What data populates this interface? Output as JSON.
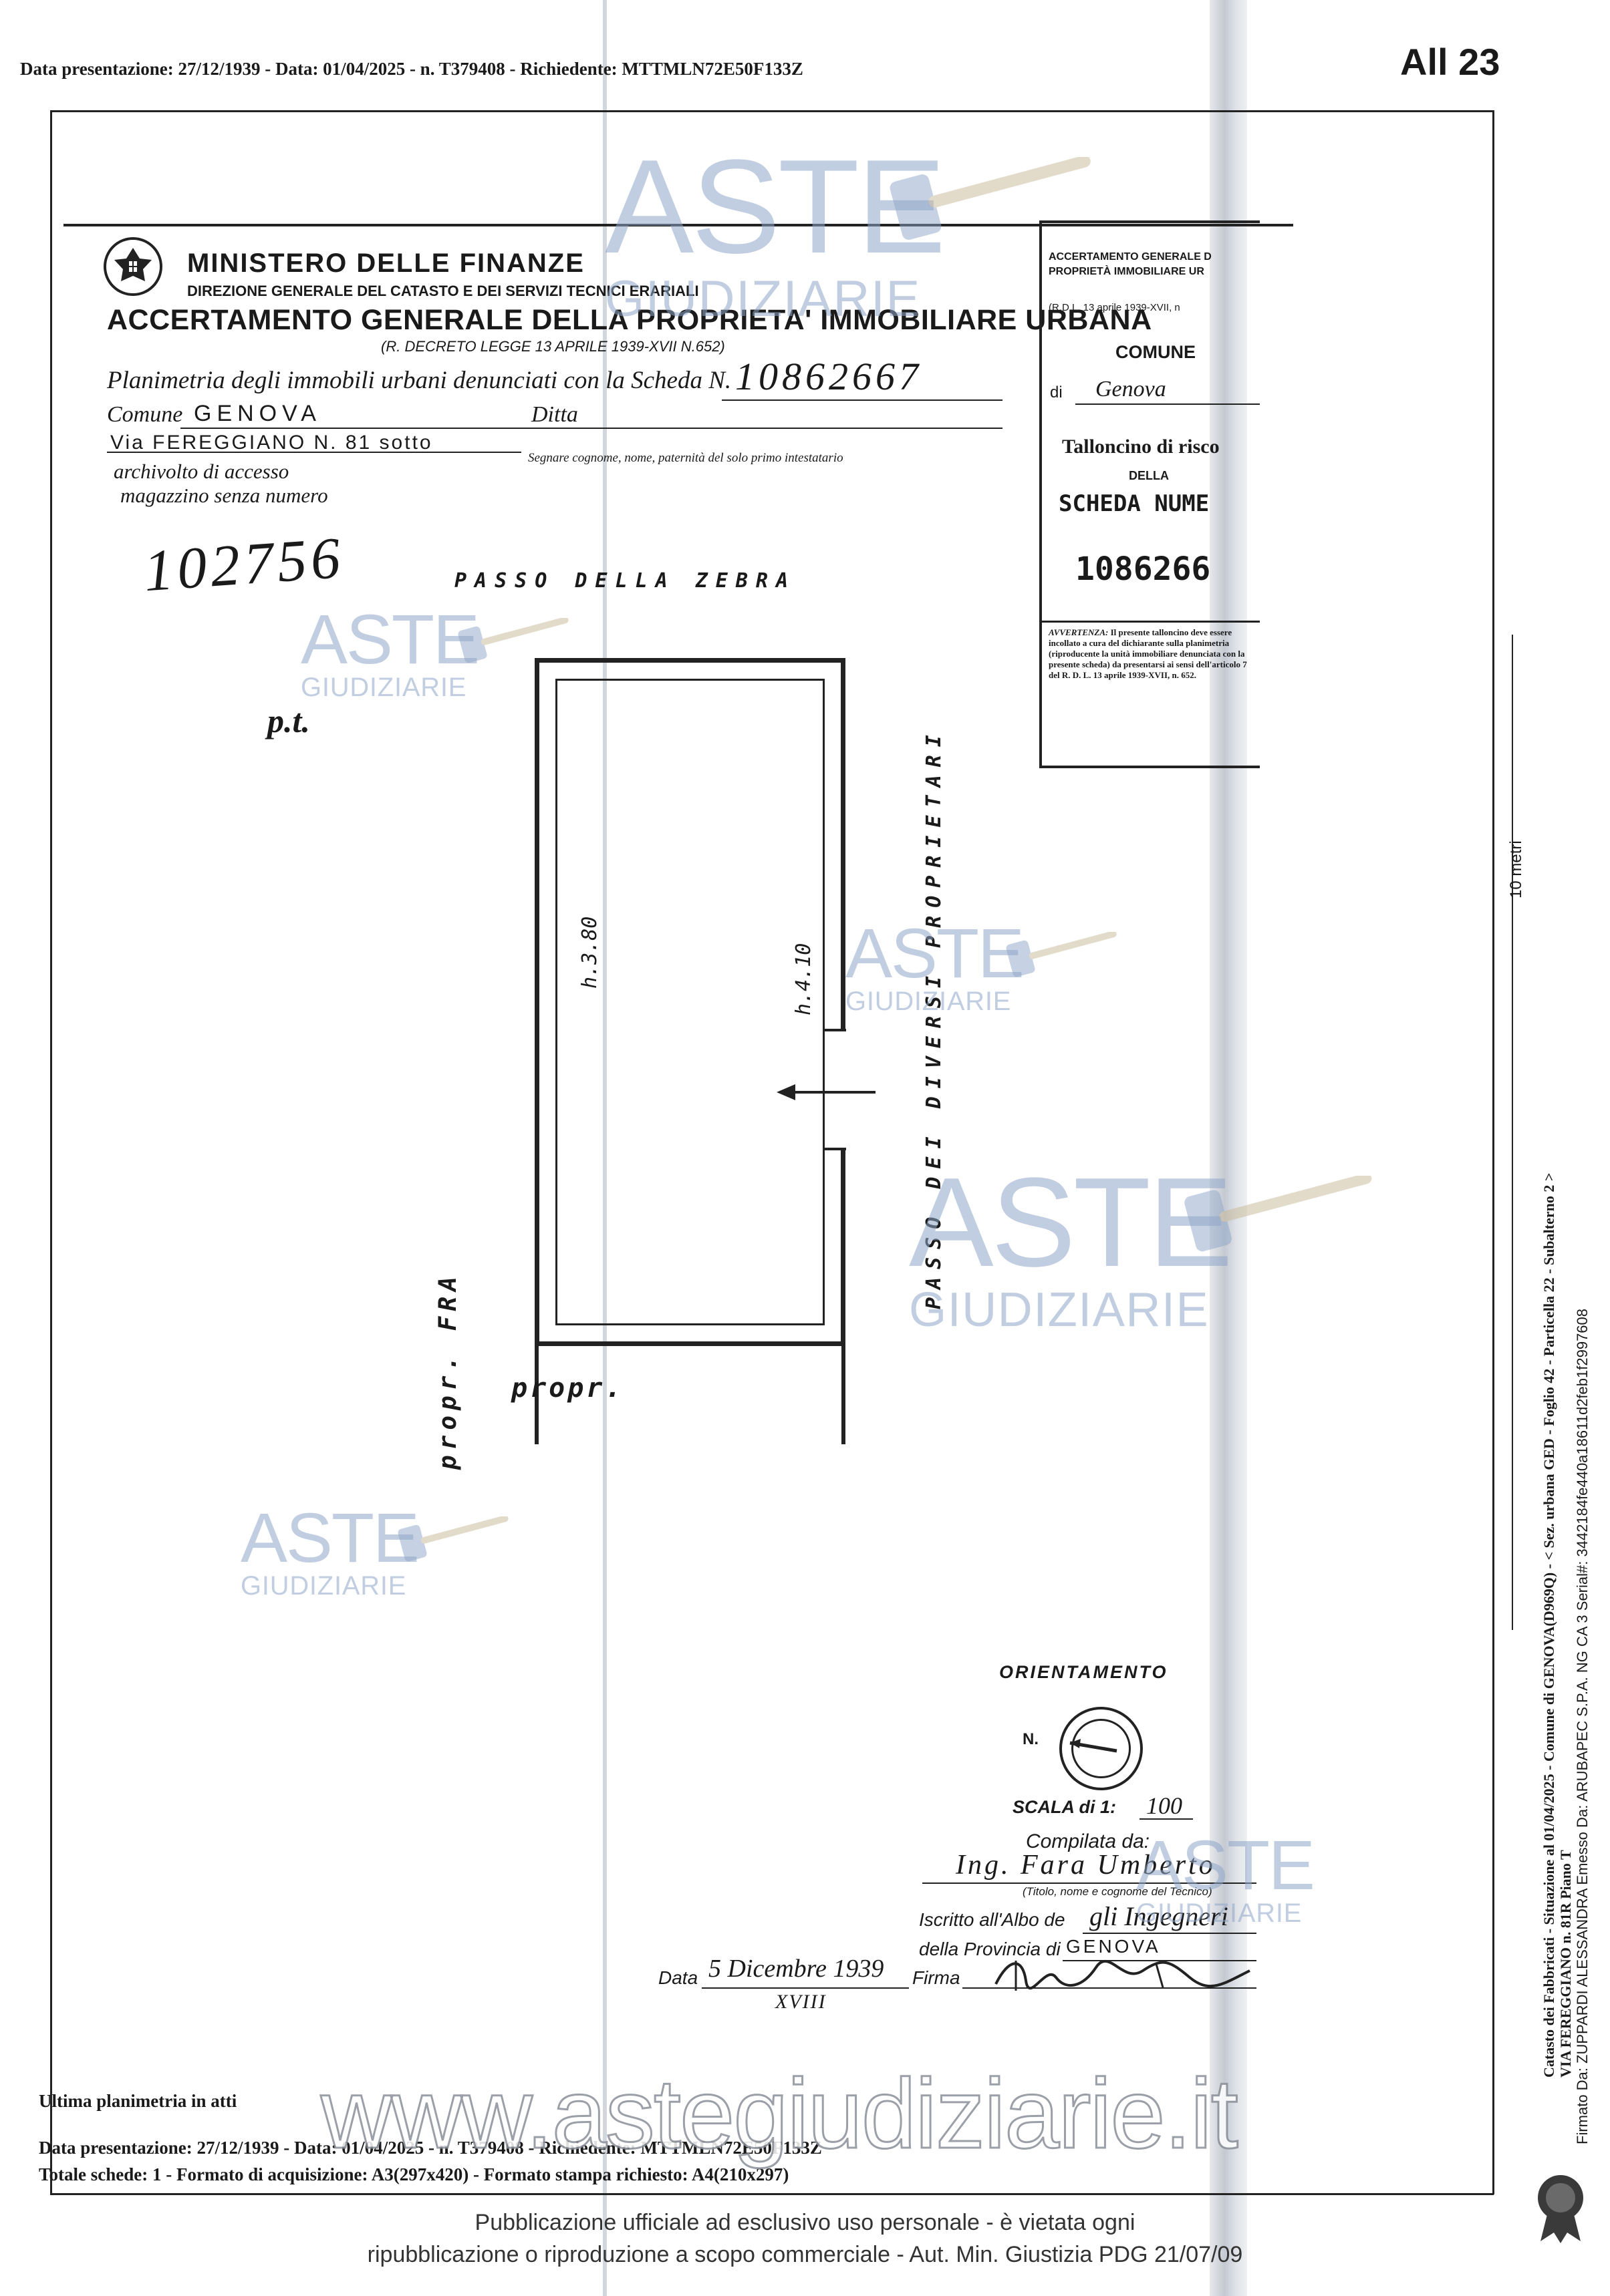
{
  "header": {
    "top_line": "Data presentazione: 27/12/1939 - Data: 01/04/2025 - n. T379408 - Richiedente: MTTMLN72E50F133Z",
    "allegato": "All 23"
  },
  "ministry": {
    "name": "MINISTERO DELLE FINANZE",
    "direction": "DIREZIONE GENERALE DEL CATASTO E DEI SERVIZI TECNICI ERARIALI",
    "title": "ACCERTAMENTO GENERALE DELLA PROPRIETA' IMMOBILIARE URBANA",
    "decree": "(R. DECRETO LEGGE 13 APRILE 1939-XVII N.652)"
  },
  "form": {
    "planimetria_label": "Planimetria degli immobili urbani denunciati con la Scheda N.",
    "scheda_number": "10862667",
    "comune_label": "Comune",
    "comune_value": "GENOVA",
    "ditta_label": "Ditta",
    "via_value": "Via FEREGGIANO N. 81 sotto",
    "ditta_note": "Segnare cognome, nome, paternità del solo primo intestatario",
    "note_line1": "archivolto di accesso",
    "note_line2": "magazzino senza numero",
    "handwritten_number": "102756"
  },
  "tallon": {
    "line1": "ACCERTAMENTO GENERALE D",
    "line2": "PROPRIETÀ IMMOBILIARE UR",
    "rdl": "(R.D.L. 13 aprile 1939-XVII, n",
    "comune": "COMUNE",
    "di_label": "di",
    "di_value": "Genova",
    "talloncino": "Talloncino di risco",
    "della": "DELLA",
    "scheda": "SCHEDA NUME",
    "number": "1086266",
    "avvertenza_title": "AVVERTENZA:",
    "avvertenza_text": "Il presente talloncino deve essere incollato a cura del dichiarante sulla planimetria (riproducente la unità immobiliare denunciata con la presente scheda) da presentarsi ai sensi dell'articolo 7 del R. D. L. 13 aprile 1939-XVII, n. 652."
  },
  "plan": {
    "passo_zebra": "PASSO DELLA ZEBRA",
    "passo_proprietari": "PASSO DEI DIVERSI PROPRIETARI",
    "floor_label": "p.t.",
    "height1": "h.3.80",
    "height2": "h.4.10",
    "propr_fra": "propr. FRA",
    "propr": "propr."
  },
  "orientation": {
    "label": "ORIENTAMENTO",
    "north": "N.",
    "scala_label": "SCALA di 1:",
    "scala_value": "100",
    "compilata": "Compilata da:",
    "tecnico_name": "Ing. Fara Umberto",
    "tecnico_note": "(Titolo, nome e cognome del Tecnico)",
    "iscritto_label": "Iscritto all'Albo de",
    "iscritto_value": "gli Ingegneri",
    "provincia_label": "della Provincia di",
    "provincia_value": "GENOVA",
    "data_label": "Data",
    "data_value": "5 Dicembre 1939",
    "data_year": "XVIII",
    "firma_label": "Firma"
  },
  "side": {
    "scale_bar": "10 metri",
    "catasto": "Catasto dei Fabbricati - Situazione al 01/04/2025 - Comune di GENOVA(D969Q) - < Sez. urbana GED - Foglio 42 - Particella 22 - Subalterno 2 >",
    "address": "VIA FEREGGIANO n. 81R Piano T",
    "firmato": "Firmato Da: ZUPPARDI ALESSANDRA Emesso Da: ARUBAPEC S.P.A. NG CA 3 Serial#: 3442184fe440a18611d2feb1f2997608"
  },
  "footer": {
    "ultima": "Ultima planimetria in atti",
    "data_line": "Data presentazione: 27/12/1939 - Data: 01/04/2025 - n. T379408 - Richiedente: MTTMLN72E50F133Z",
    "totale": "Totale schede: 1 - Formato di acquisizione: A3(297x420) - Formato stampa richiesto: A4(210x297)",
    "website": "www.astegiudiziarie.it",
    "publication1": "Pubblicazione ufficiale ad esclusivo uso personale - è vietata ogni",
    "publication2": "ripubblicazione o riproduzione a scopo commerciale - Aut. Min. Giustizia PDG 21/07/09"
  },
  "watermark": {
    "aste": "ASTE",
    "giudiziarie": "GIUDIZIARIE"
  },
  "colors": {
    "watermark": "#8fa6c8",
    "ink": "#1a1a1a",
    "scan_band": "#c9cdd6"
  }
}
